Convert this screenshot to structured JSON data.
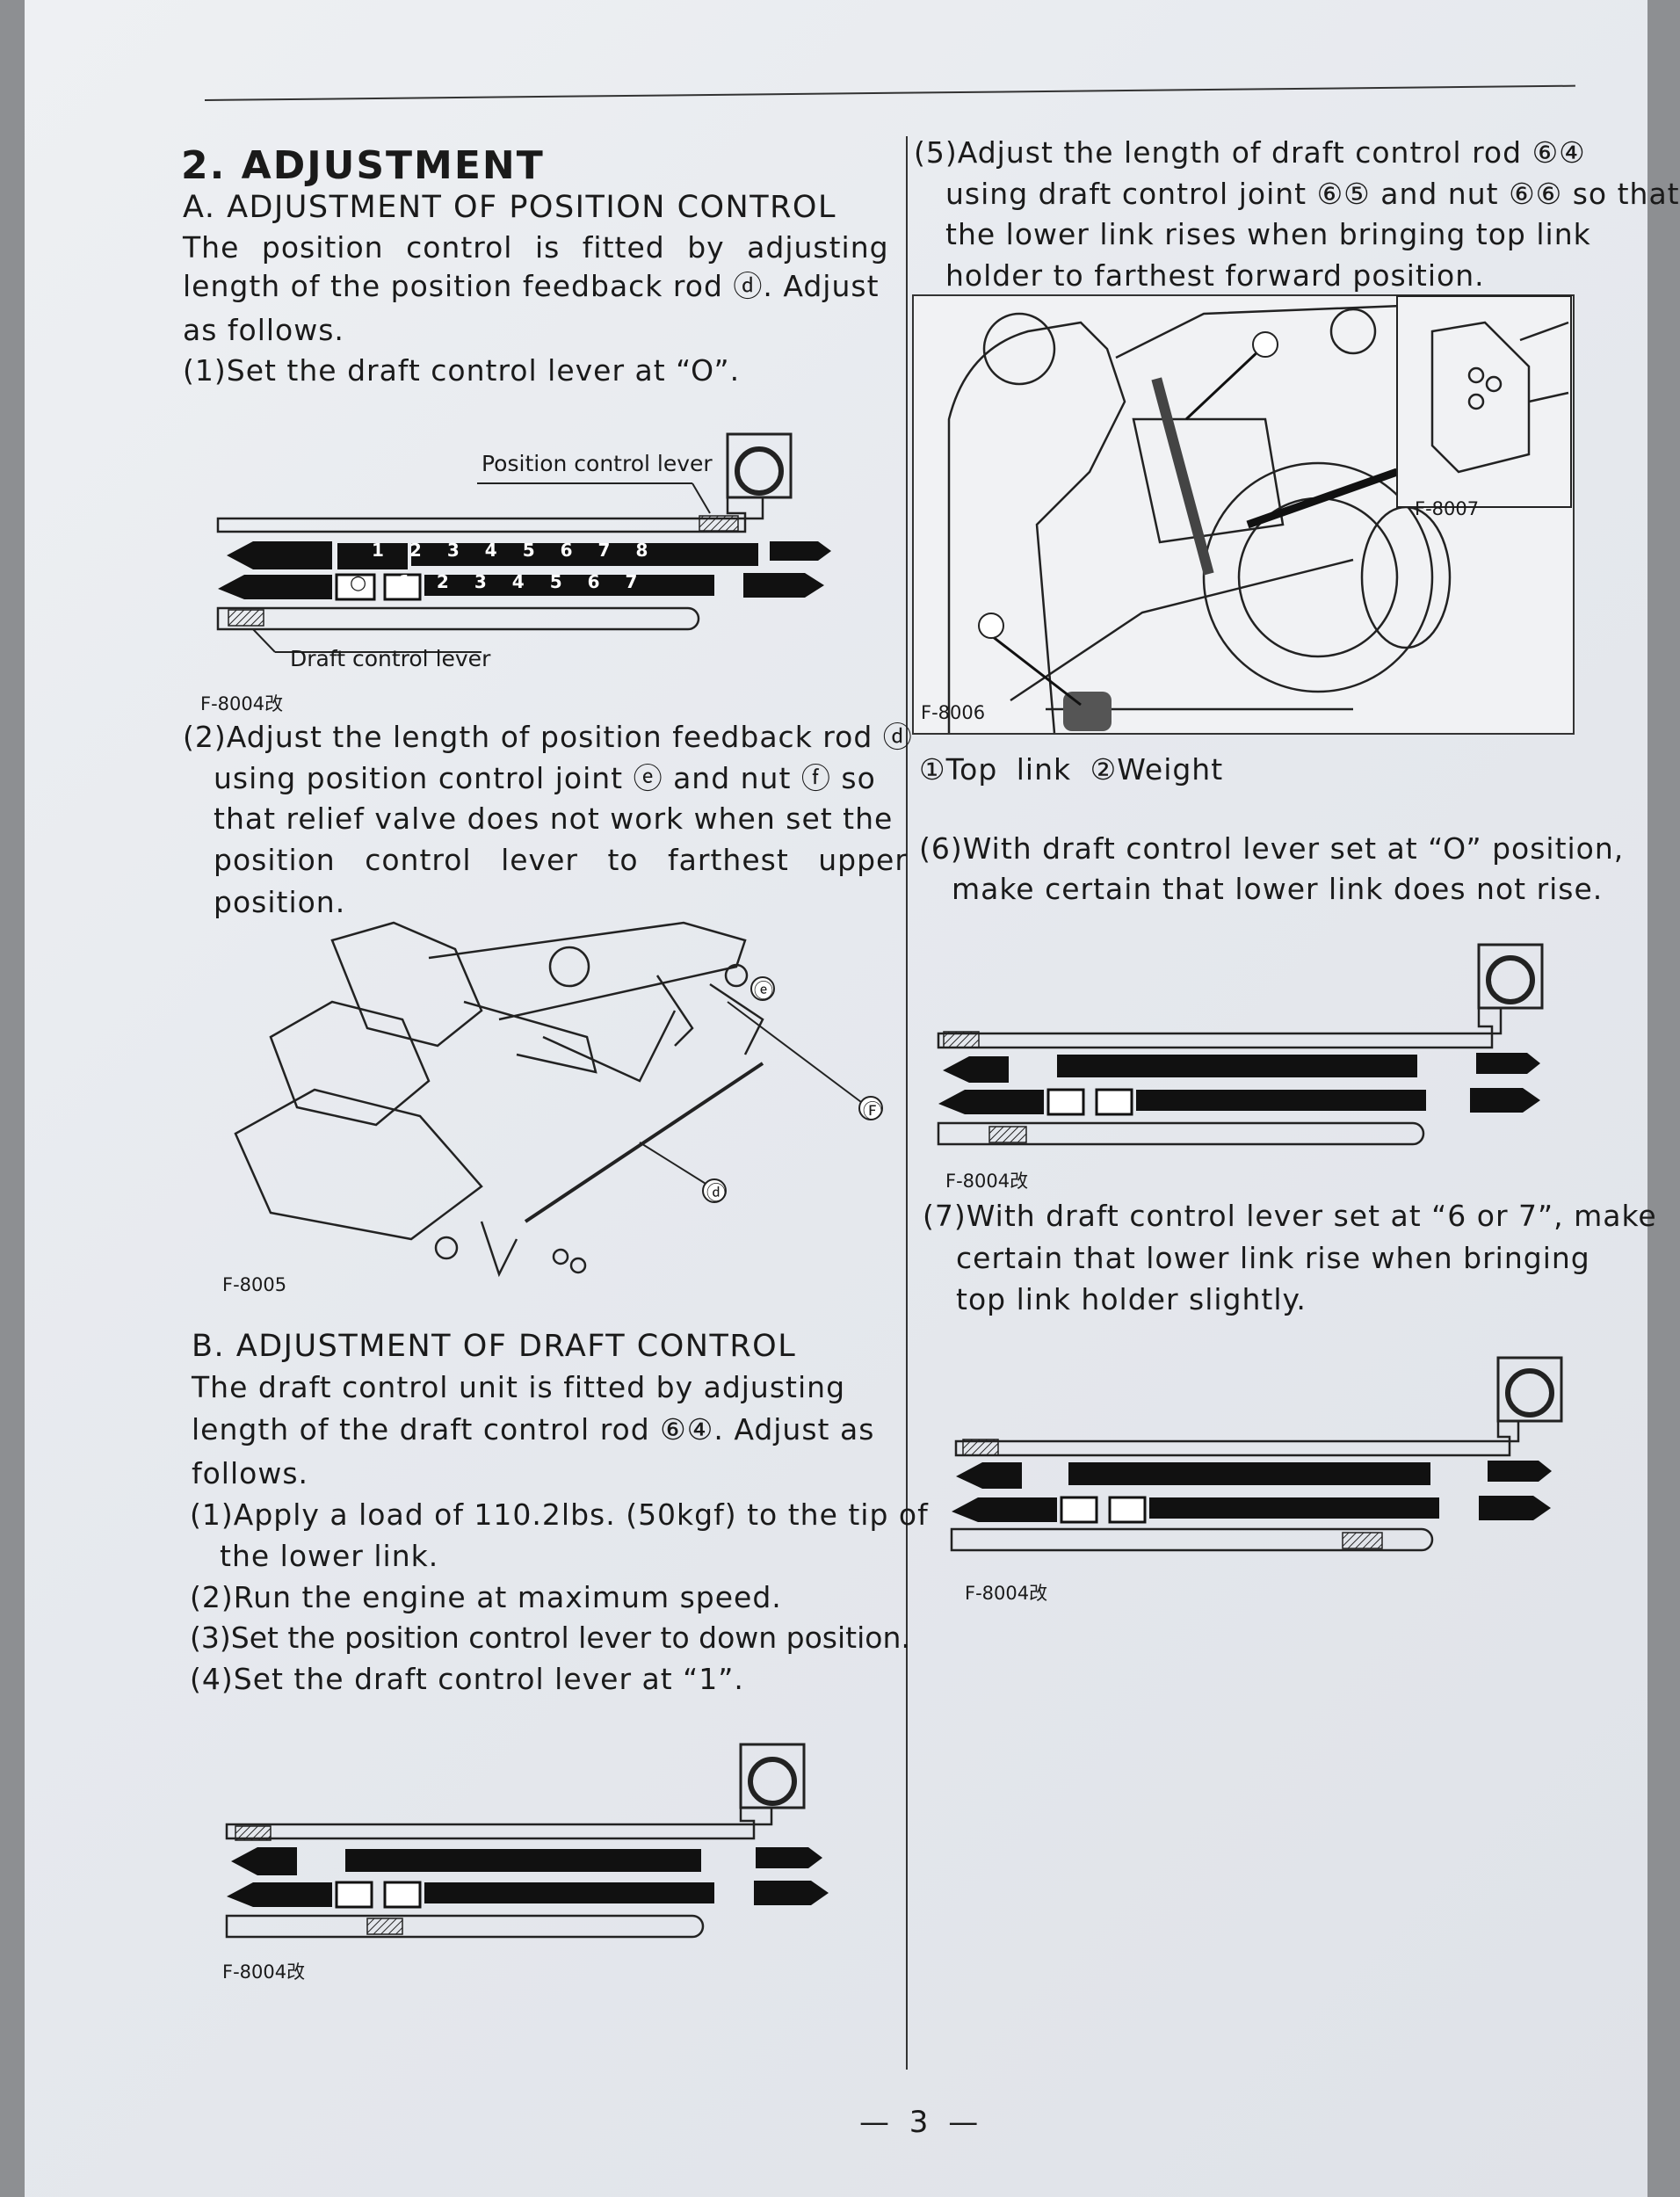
{
  "section": {
    "title": "2. ADJUSTMENT",
    "subA": "A. ADJUSTMENT OF POSITION CONTROL",
    "subA_body": [
      "The position control is fitted by adjusting",
      "length of the position feedback rod ⓓ. Adjust",
      "as follows."
    ],
    "stepA1": "(1)Set the draft control lever at “O”.",
    "stepA2": [
      "(2)Adjust the length of position feedback rod ⓓ",
      "using position control joint ⓔ and nut ⓕ so",
      "that relief valve does not work when set the",
      "position control lever to farthest upper",
      "position."
    ],
    "subB": "B. ADJUSTMENT OF DRAFT CONTROL",
    "subB_body": [
      "The draft control unit is fitted by adjusting",
      "length of the draft control rod ⑥④. Adjust as",
      "follows."
    ],
    "stepsB": [
      "(1)Apply a load of 110.2lbs. (50kgf) to the tip of",
      "the lower link.",
      "(2)Run the engine at maximum speed.",
      "(3)Set the position control lever to down position.",
      "(4)Set the draft control lever at “1”."
    ],
    "step5": [
      "(5)Adjust the length of draft control rod ⑥④",
      "using draft control joint ⑥⑤ and nut ⑥⑥ so that",
      "the lower link rises when bringing top link",
      "holder to farthest forward position."
    ],
    "photo_caption": "①Top link  ②Weight",
    "step6": [
      "(6)With draft control lever set at “O” position,",
      "make certain that lower link does not rise."
    ],
    "step7": [
      "(7)With draft control lever set at “6 or 7”, make",
      "certain that lower link rise when bringing",
      "top link holder slightly."
    ]
  },
  "figures": {
    "dial_label": "F-8004改",
    "f8005": "F-8005",
    "f8006": "F-8006",
    "f8007": "F-8007",
    "callout_position": "Position control lever",
    "callout_draft": "Draft control lever",
    "mark_d": "ⓓ",
    "mark_e": "ⓔ",
    "mark_f": "Ⓕ",
    "mark_1": "①",
    "mark_2": "②",
    "scale_top": [
      "1",
      "2",
      "3",
      "4",
      "5",
      "6",
      "7",
      "8"
    ],
    "scale_bottom": [
      "1",
      "2",
      "3",
      "4",
      "5",
      "6",
      "7"
    ],
    "zero_mark": "○"
  },
  "page_number": "— 3 —"
}
